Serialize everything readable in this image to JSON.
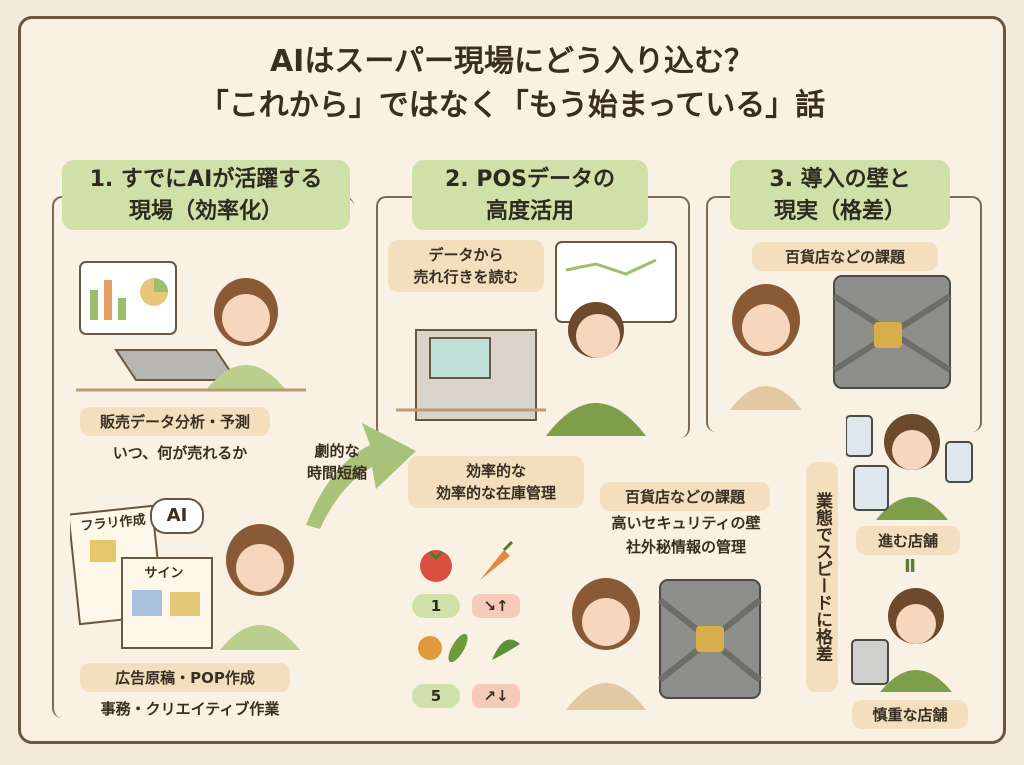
{
  "title": {
    "line1": "AIはスーパー現場にどう入り込む？",
    "line2": "「これから」ではなく「もう始まっている」話"
  },
  "sections": {
    "s1": {
      "heading1": "1. すでにAIが活躍する",
      "heading2": "現場（効率化）",
      "label_sales": "販売データ分析・予測",
      "sub_sales": "いつ、何が売れるか",
      "flyer_label": "フラリ作成",
      "sign_label": "サイン",
      "ai_bubble": "AI",
      "label_ads": "広告原稿・POP作成",
      "sub_ads": "事務・クリエイティブ作業"
    },
    "arrow_label1": "劇的な",
    "arrow_label2": "時間短縮",
    "s2": {
      "heading1": "2. POSデータの",
      "heading2": "高度活用",
      "bubble1": "データから",
      "bubble2": "売れ行きを読む",
      "inventory1": "効率的な",
      "inventory2": "効率的な在庫管理",
      "badge1": "1",
      "trend1": "↘↑",
      "badge2": "5",
      "trend2": "↗↓",
      "issue_label": "百貨店などの課題",
      "issue_line1": "高いセキュリティの壁",
      "issue_line2": "社外秘情報の管理"
    },
    "s3": {
      "heading1": "3. 導入の壁と",
      "heading2": "現実（格差）",
      "issue_label": "百貨店などの課題",
      "vertical_label": "業態でスピードに格差",
      "advancing_label": "進む店舗",
      "equal_sign": "Ⅱ",
      "cautious_label": "慎重な店舗"
    }
  },
  "colors": {
    "accent_green": "#cfe0a8",
    "accent_beige": "#f3dfbd",
    "frame": "#6b5640",
    "bg": "#f3eadb"
  }
}
